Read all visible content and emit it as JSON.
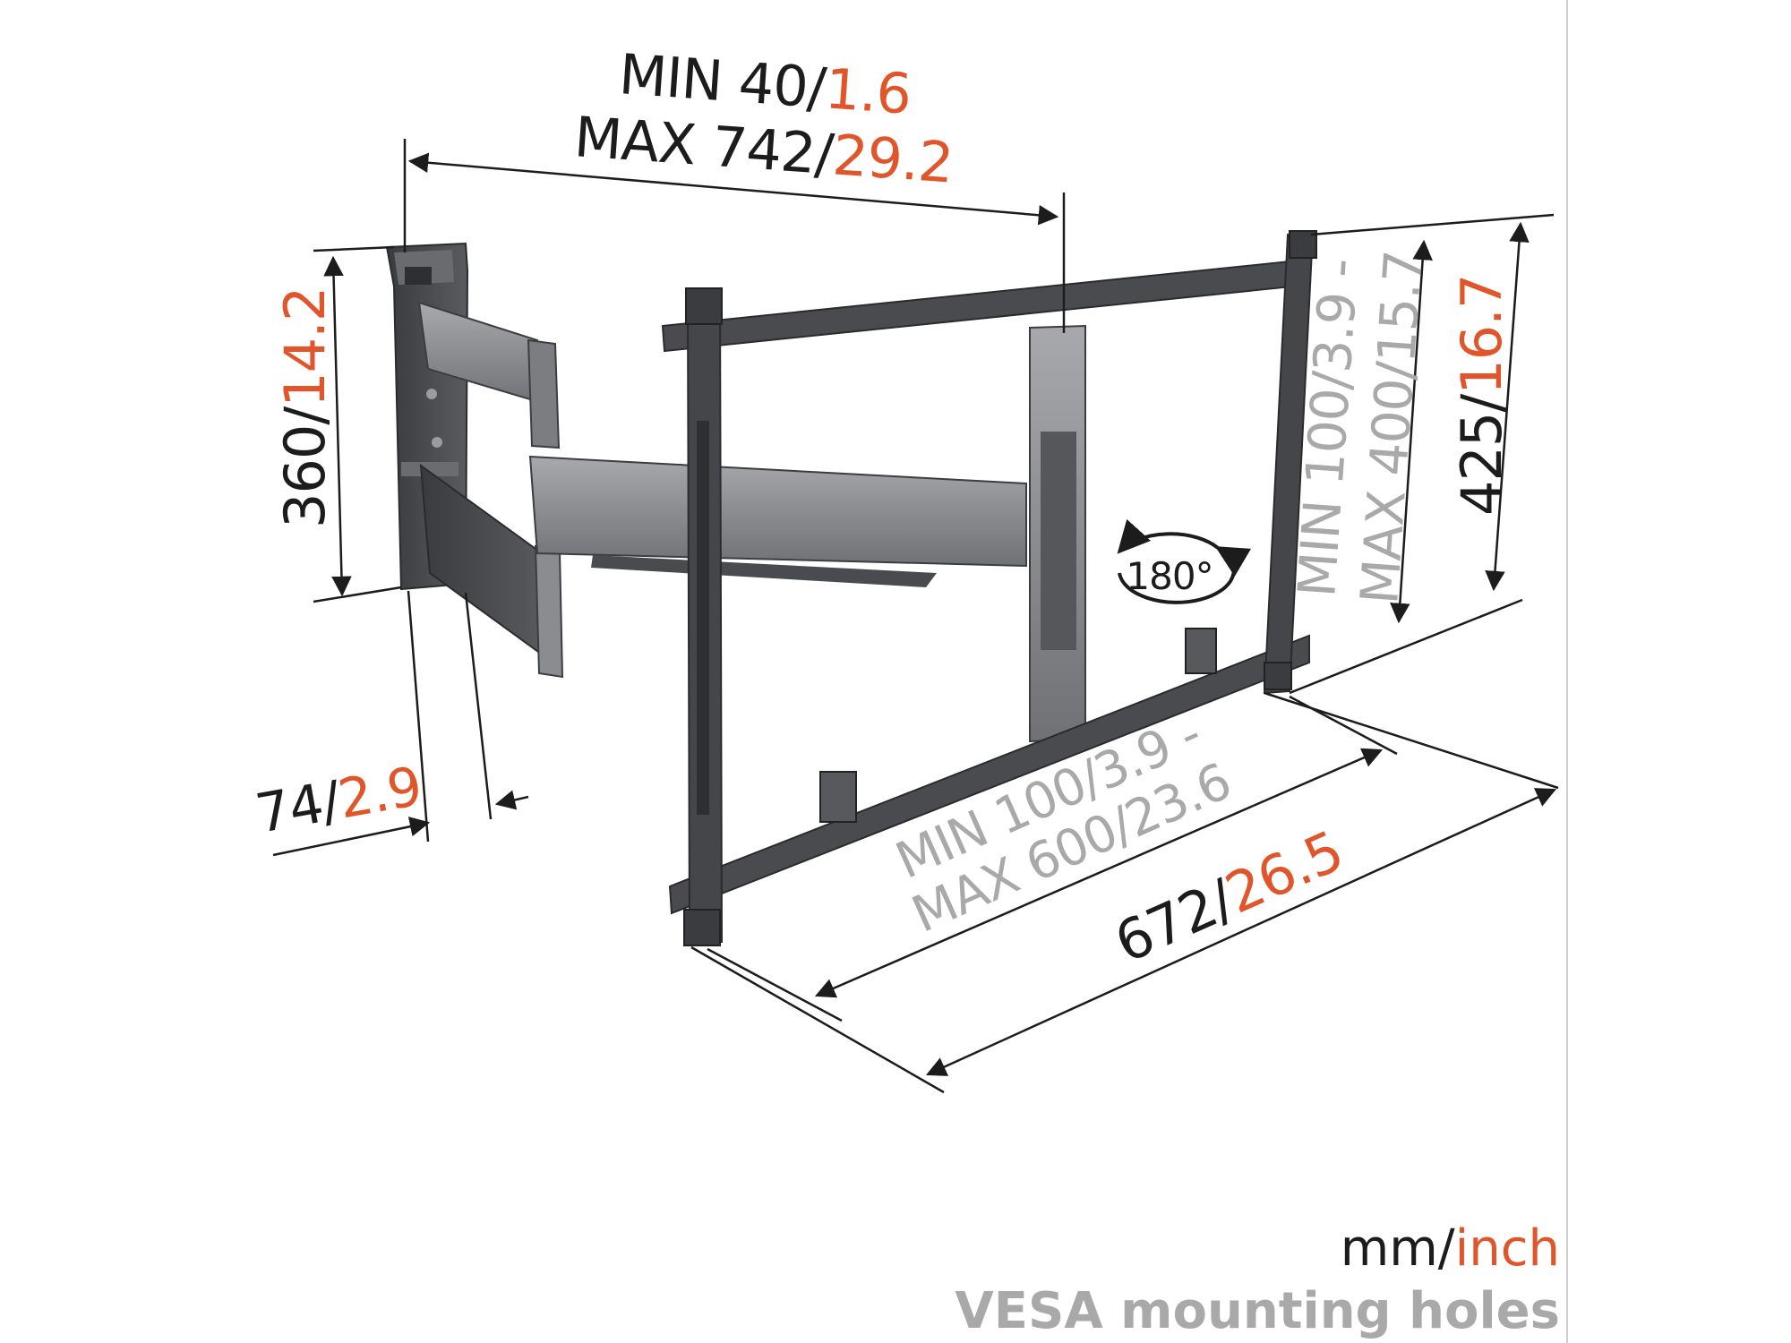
{
  "dimensions": {
    "arm_extension": {
      "min_label": "MIN 40/",
      "min_inch": "1.6",
      "max_label": "MAX 742/",
      "max_inch": "29.2"
    },
    "wall_plate_height": {
      "mm": "360/",
      "inch": "14.2"
    },
    "wall_plate_depth": {
      "mm": "74/",
      "inch": "2.9"
    },
    "total_height": {
      "mm": "425/",
      "inch": "16.7"
    },
    "total_width": {
      "mm": "672/",
      "inch": "26.5"
    },
    "vesa_vertical": {
      "line1": "MIN 100/3.9 -",
      "line2": "MAX 400/15.7"
    },
    "vesa_horizontal": {
      "line1": "MIN 100/3.9 -",
      "line2": "MAX 600/23.6"
    },
    "rotation": {
      "label": "180°"
    }
  },
  "legend": {
    "units_mm": "mm/",
    "units_inch": "inch",
    "vesa": "VESA mounting holes"
  },
  "colors": {
    "dimension_text": "#1c1c1c",
    "inch_accent": "#e0552a",
    "vesa_gray": "#a9a9a9",
    "metal_dark": "#4a4b4e",
    "metal_silver": "#8d8f93"
  }
}
